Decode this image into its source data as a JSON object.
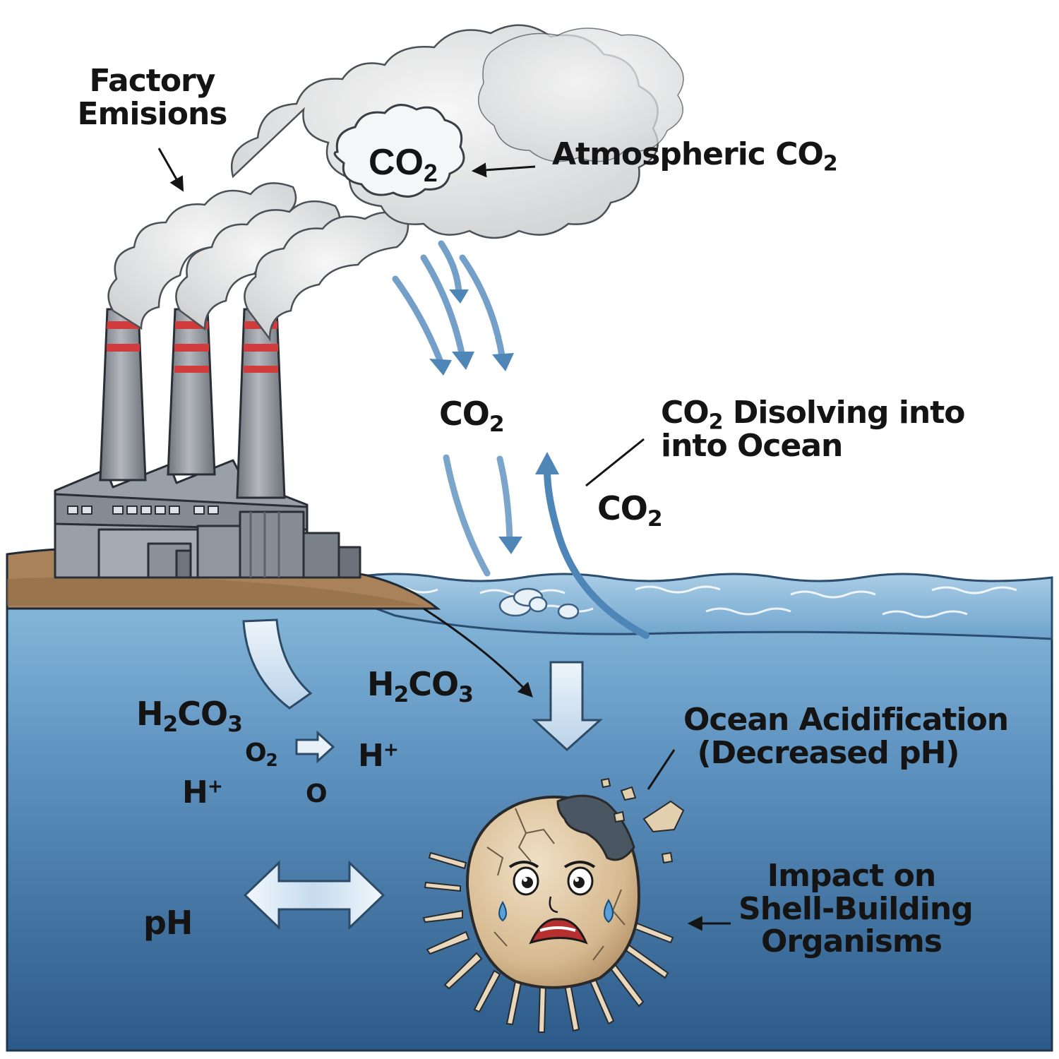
{
  "labels": {
    "factory_emissions": [
      "Factory",
      "Emisions"
    ],
    "cloud_co2": {
      "base": "CO",
      "sub": "2"
    },
    "atmospheric_co2": {
      "base": "Atmospheric CO",
      "sub": "2"
    },
    "falling_co2": {
      "base": "CO",
      "sub": "2"
    },
    "dissolving": {
      "line1_base": "CO",
      "line1_sub": "2",
      "line1_rest": " Disolving into",
      "line2": "into Ocean"
    },
    "rising_co2": {
      "base": "CO",
      "sub": "2"
    },
    "h2co3_center": {
      "a": "H",
      "a_sub": "2",
      "b": "CO",
      "b_sub": "3"
    },
    "h2co3_left": {
      "a": "H",
      "a_sub": "2",
      "b": "CO",
      "b_sub": "3"
    },
    "o2": {
      "base": "O",
      "sub": "2"
    },
    "h_plus_right": {
      "base": "H",
      "sup": "+"
    },
    "h_plus_left": {
      "base": "H",
      "sup": "+"
    },
    "o_label": "O",
    "ocean_acidification": [
      "Ocean Acidification",
      "(Decreased pH)"
    ],
    "ph": "pH",
    "impact": [
      "Impact on",
      "Shell-Building",
      "Organisms"
    ]
  },
  "icons": [
    "factory-icon",
    "smokestack-icon",
    "smoke-cloud-icon",
    "wave-icon",
    "cracked-shell-organism-icon",
    "tear-icon",
    "double-arrow-icon"
  ],
  "colors": {
    "ocean_top": "#7fb2d6",
    "ocean_bottom": "#2f5f8e",
    "arrow_blue": "#4f86b8",
    "stack_stripe": "#d23b3b",
    "factory_gray": "#8f949b",
    "shore_brown": "#a9825a",
    "shell_tan": "#d9c09a"
  }
}
